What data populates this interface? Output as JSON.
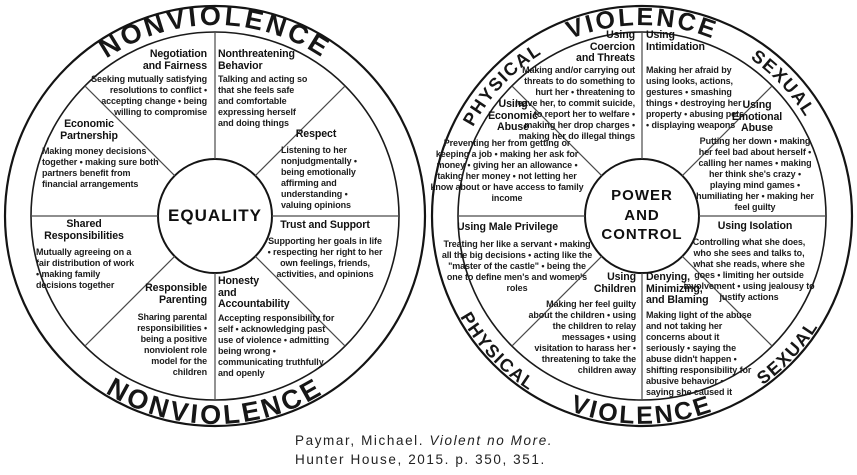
{
  "wheels": [
    {
      "name": "equality-wheel",
      "ring_top": "NONVIOLENCE",
      "ring_bottom": "NONVIOLENCE",
      "center_label": "EQUALITY",
      "segments": [
        {
          "title": "Negotiation\nand Fairness",
          "body": "Seeking mutually satisfying resolutions to conflict • accepting change • being willing to compromise"
        },
        {
          "title": "Nonthreatening\nBehavior",
          "body": "Talking and acting so that she feels safe and comfortable expressing herself and doing things"
        },
        {
          "title": "Respect",
          "body": "Listening to her nonjudgmentally • being emotionally affirming and understanding • valuing opinions"
        },
        {
          "title": "Trust and Support",
          "body": "Supporting her goals in life • respecting her right to her own feelings, friends, activities, and opinions"
        },
        {
          "title": "Honesty\nand\nAccountability",
          "body": "Accepting responsibility for self • acknowledging past use of violence • admitting being wrong • communicating truthfully and openly"
        },
        {
          "title": "Responsible\nParenting",
          "body": "Sharing parental responsibilities • being a positive nonviolent role model for the children"
        },
        {
          "title": "Shared\nResponsibilities",
          "body": "Mutually agreeing on a fair distribution of work • making family decisions together"
        },
        {
          "title": "Economic\nPartnership",
          "body": "Making money decisions together • making sure both partners benefit from financial arrangements"
        }
      ]
    },
    {
      "name": "power-and-control-wheel",
      "ring_top_left": "PHYSICAL",
      "ring_top_center": "VIOLENCE",
      "ring_top_right": "SEXUAL",
      "ring_bottom_left": "PHYSICAL",
      "ring_bottom_center": "VIOLENCE",
      "ring_bottom_right": "SEXUAL",
      "center_label": "POWER\nAND\nCONTROL",
      "segments": [
        {
          "title": "Using\nCoercion\nand Threats",
          "body": "Making and/or carrying out threats to do something to hurt her • threatening to leave her, to commit suicide, to report her to welfare • making her drop charges • making her do illegal things"
        },
        {
          "title": "Using\nIntimidation",
          "body": "Making her afraid by using looks, actions, gestures • smashing things • destroying her property • abusing pets • displaying weapons"
        },
        {
          "title": "Using\nEmotional\nAbuse",
          "body": "Putting her down • making her feel bad about herself • calling her names • making her think she's crazy • playing mind games • humiliating her • making her feel guilty"
        },
        {
          "title": "Using Isolation",
          "body": "Controlling what she does, who she sees and talks to, what she reads, where she goes • limiting her outside involvement • using jealousy to justify actions"
        },
        {
          "title": "Denying,\nMinimizing,\nand Blaming",
          "body": "Making light of the abuse and not taking her concerns about it seriously • saying the abuse didn't happen • shifting responsibility for abusive behavior • saying she caused it"
        },
        {
          "title": "Using\nChildren",
          "body": "Making her feel guilty about the children • using the children to relay messages • using visitation to harass her • threatening to take the children away"
        },
        {
          "title": "Using Male Privilege",
          "body": "Treating her like a servant • making all the big decisions • acting like the \"master of the castle\" • being the one to define men's and women's roles"
        },
        {
          "title": "Using\nEconomic\nAbuse",
          "body": "Preventing her from getting or keeping a job • making her ask for money • giving her an allowance • taking her money • not letting her know about or have access to family income"
        }
      ]
    }
  ],
  "caption": {
    "author_text": "Paymar, Michael.",
    "book_title": "Violent no More.",
    "publisher_line": "Hunter House, 2015. p. 350, 351."
  }
}
